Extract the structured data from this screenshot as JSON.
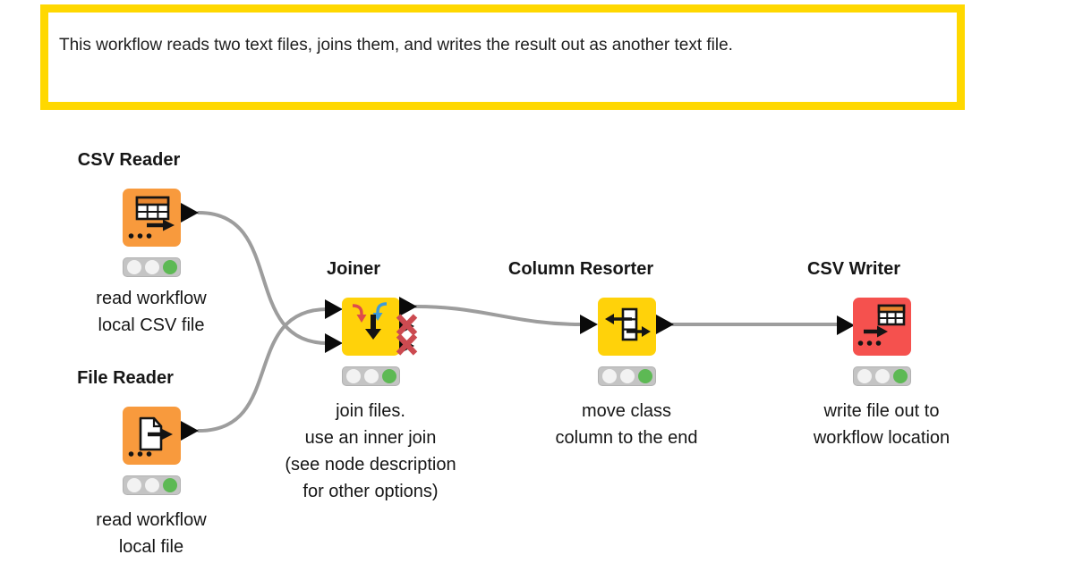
{
  "annotation": {
    "text": "This workflow reads two text files, joins them, and writes the result out as another text file.",
    "border_color": "#FFD800"
  },
  "nodes": [
    {
      "name": "CSV Reader",
      "type": "reader",
      "icon": "csv-table-export-icon",
      "caption_lines": [
        "read workflow",
        "local CSV file"
      ],
      "status": "executed",
      "status_lights": [
        "off",
        "off",
        "green"
      ],
      "ports": {
        "inputs": 0,
        "outputs": 1
      }
    },
    {
      "name": "File Reader",
      "type": "reader",
      "icon": "file-document-export-icon",
      "caption_lines": [
        "read workflow",
        "local file"
      ],
      "status": "executed",
      "status_lights": [
        "off",
        "off",
        "green"
      ],
      "ports": {
        "inputs": 0,
        "outputs": 1
      }
    },
    {
      "name": "Joiner",
      "type": "manipulator",
      "icon": "join-merge-arrows-icon",
      "caption_lines": [
        "join files.",
        "use an inner join",
        "(see node description",
        "for other options)"
      ],
      "status": "executed",
      "status_lights": [
        "off",
        "off",
        "green"
      ],
      "ports": {
        "inputs": 2,
        "outputs": 3,
        "inactive_outputs": [
          2,
          3
        ]
      }
    },
    {
      "name": "Column Resorter",
      "type": "manipulator",
      "icon": "column-resort-arrows-icon",
      "caption_lines": [
        "move class",
        "column to the end"
      ],
      "status": "executed",
      "status_lights": [
        "off",
        "off",
        "green"
      ],
      "ports": {
        "inputs": 1,
        "outputs": 1
      }
    },
    {
      "name": "CSV Writer",
      "type": "writer",
      "icon": "csv-table-write-icon",
      "caption_lines": [
        "write file out to",
        "workflow location"
      ],
      "status": "executed",
      "status_lights": [
        "off",
        "off",
        "green"
      ],
      "ports": {
        "inputs": 1,
        "outputs": 0
      }
    }
  ],
  "connections": [
    {
      "from": "CSV Reader",
      "to": "Joiner",
      "to_port": 2
    },
    {
      "from": "File Reader",
      "to": "Joiner",
      "to_port": 1
    },
    {
      "from": "Joiner",
      "from_port": 1,
      "to": "Column Resorter"
    },
    {
      "from": "Column Resorter",
      "to": "CSV Writer"
    }
  ],
  "colors": {
    "reader_orange": "#F89A3D",
    "manipulator_yellow": "#FFD20A",
    "writer_red": "#F5514E",
    "annotation_border": "#FFD800",
    "wire_gray": "#9D9D9D",
    "port_black": "#0A0A0A",
    "status_green": "#5DB954",
    "status_off": "#F2F2F2",
    "inactive_x_red": "#CC4A50"
  }
}
